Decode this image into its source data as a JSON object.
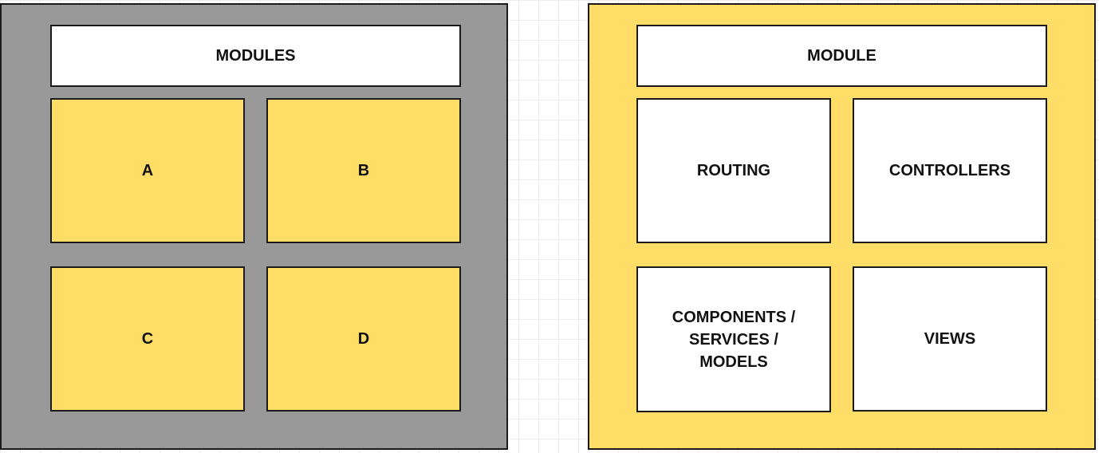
{
  "left_panel": {
    "header": "MODULES",
    "items": [
      {
        "label": "A"
      },
      {
        "label": "B"
      },
      {
        "label": "C"
      },
      {
        "label": "D"
      }
    ]
  },
  "right_panel": {
    "header": "MODULE",
    "items": [
      {
        "label": "ROUTING"
      },
      {
        "label": "CONTROLLERS"
      },
      {
        "label": "COMPONENTS /\nSERVICES  /\nMODELS"
      },
      {
        "label": "VIEWS"
      }
    ]
  },
  "colors": {
    "gray_panel": "#999999",
    "yellow": "#ffdd66",
    "white": "#ffffff",
    "border": "#1a1a1a"
  }
}
